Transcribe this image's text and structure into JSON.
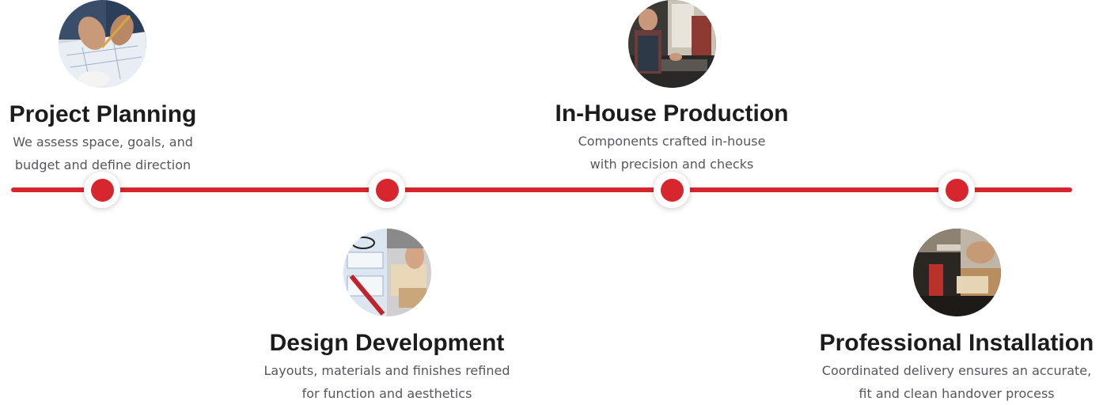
{
  "accent_color": "#d7262e",
  "steps": [
    {
      "title": "Project Planning",
      "desc_line1": "We assess space, goals, and",
      "desc_line2": "budget and define direction",
      "photo": "planning-photo"
    },
    {
      "title": "Design Development",
      "desc_line1": "Layouts, materials and finishes refined",
      "desc_line2": "for function and aesthetics",
      "photo": "design-photo"
    },
    {
      "title": "In-House Production",
      "desc_line1": "Components crafted in-house",
      "desc_line2": "with precision and checks",
      "photo": "production-photo"
    },
    {
      "title": "Professional Installation",
      "desc_line1": "Coordinated delivery ensures an accurate,",
      "desc_line2": "fit and clean handover process",
      "photo": "installation-photo"
    }
  ]
}
